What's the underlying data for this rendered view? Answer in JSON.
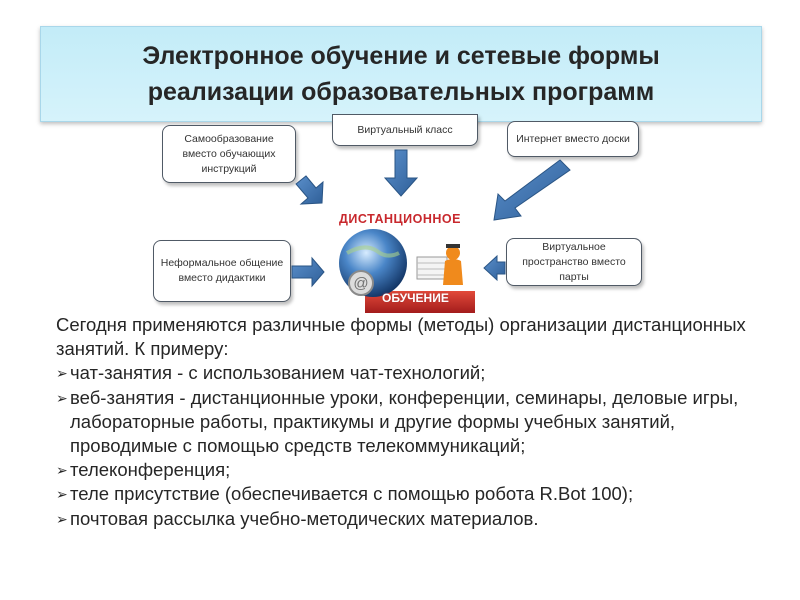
{
  "title": "Электронное обучение и сетевые формы реализации образовательных программ",
  "diagram": {
    "nodes": {
      "self_education": "Самообразование вместо обучающих инструкций",
      "virtual_class": "Виртуальный класс",
      "internet": "Интернет вместо доски",
      "informal": "Неформальное общение вместо дидактики",
      "virtual_space": "Виртуальное пространство вместо парты"
    },
    "center": {
      "title": "ДИСТАНЦИОННОЕ",
      "subtitle": "ОБУЧЕНИЕ"
    }
  },
  "body": {
    "intro": "Сегодня применяются различные формы (методы) организации дистанционных занятий. К примеру:",
    "bullets": [
      "чат-занятия - с использованием чат-технологий;",
      "веб-занятия - дистанционные уроки, конференции, семинары, деловые игры, лабораторные работы, практикумы и другие формы учебных занятий, проводимые с помощью средств телекоммуникаций;",
      "телеконференция;",
      "теле присутствие (обеспечивается с помощью робота R.Bot 100);",
      "почтовая рассылка учебно-методических материалов."
    ],
    "bullet_mark": "➢"
  },
  "colors": {
    "title_bg": "#c8eef9",
    "arrow_blue": "#3d6fa8",
    "center_red": "#c8282d"
  }
}
